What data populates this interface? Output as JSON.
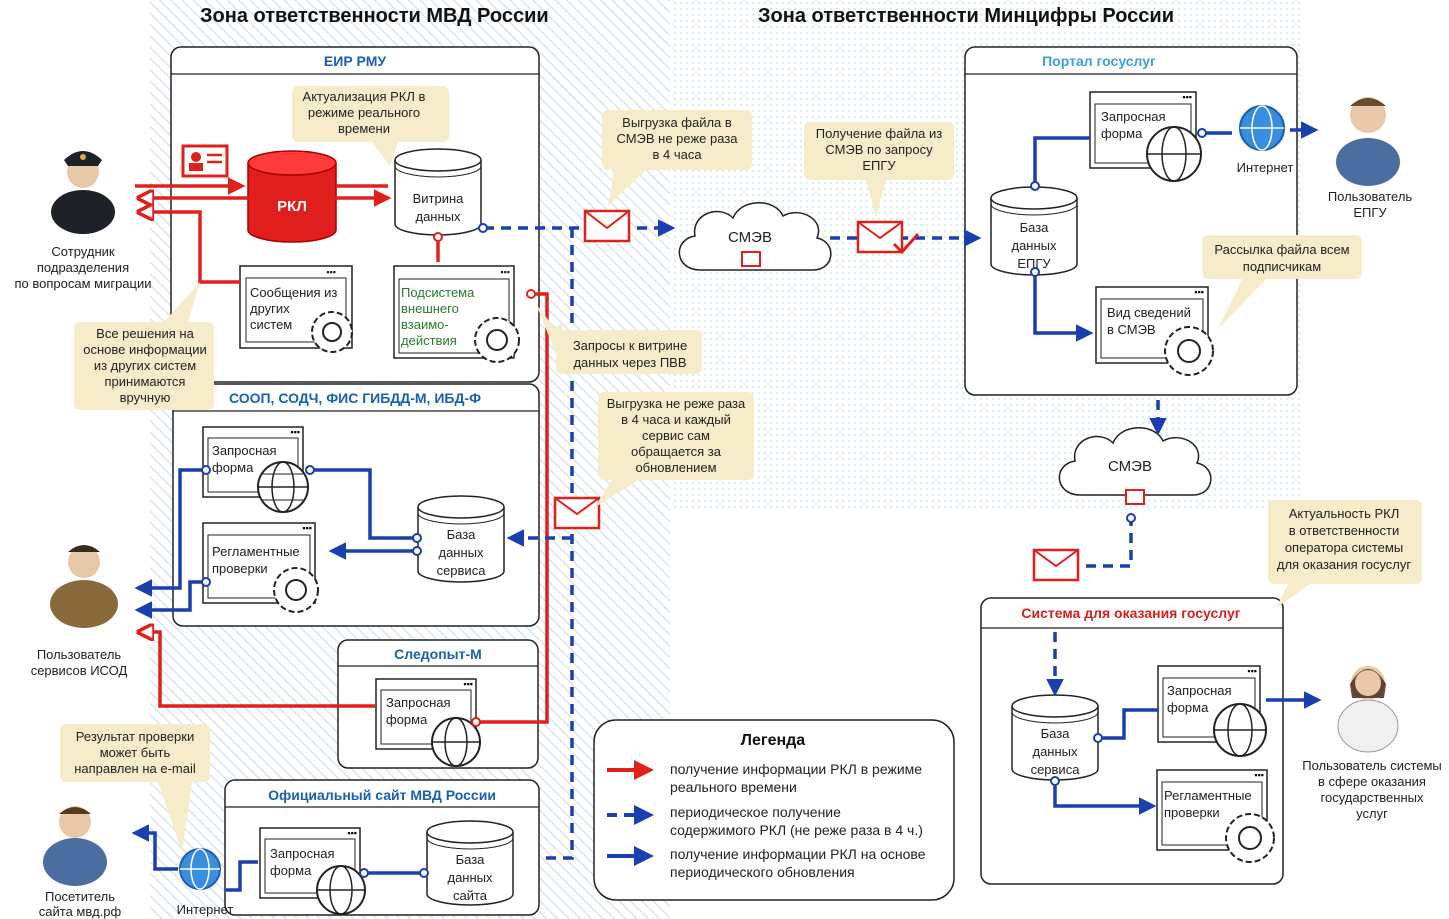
{
  "zones": {
    "mvd": "Зона ответственности МВД России",
    "mincifry": "Зона ответственности Минцифры России"
  },
  "boxes": {
    "eir": "ЕИР РМУ",
    "soop": "СООП, СОДЧ, ФИС ГИБДД-М, ИБД-Ф",
    "sledopyt": "Следопыт-М",
    "site": "Официальный сайт МВД России",
    "portal": "Портал госуслуг",
    "gosusl": "Система для оказания госуслуг"
  },
  "components": {
    "rkl": "РКЛ",
    "vitrina": [
      "Витрина",
      "данных"
    ],
    "messages": [
      "Сообщения из",
      "других",
      "систем"
    ],
    "subsystem": [
      "Подсистема",
      "внешнего",
      "взаимо-",
      "действия"
    ],
    "query_form": [
      "Запросная",
      "форма"
    ],
    "reg_checks": [
      "Регламентные",
      "проверки"
    ],
    "service_db": [
      "База",
      "данных",
      "сервиса"
    ],
    "site_db": [
      "База",
      "данных",
      "сайта"
    ],
    "epgu_db": [
      "База",
      "данных",
      "ЕПГУ"
    ],
    "smev_view": [
      "Вид сведений",
      "в СМЭВ"
    ],
    "smev": "СМЭВ",
    "internet": "Интернет"
  },
  "notes": {
    "actualization": [
      "Актуализация РКЛ в",
      "режиме реального",
      "времени"
    ],
    "export_smev": [
      "Выгрузка файла в",
      "СМЭВ не реже раза",
      "в 4 часа"
    ],
    "receive_file": [
      "Получение файла из",
      "СМЭВ по запросу",
      "ЕПГУ"
    ],
    "mailing": [
      "Рассылка файла всем",
      "подписчикам"
    ],
    "manual": [
      "Все решения на",
      "основе информации",
      "из других систем",
      "принимаются",
      "вручную"
    ],
    "pvv": [
      "Запросы к витрине",
      "данных через ПВВ"
    ],
    "export_4h": [
      "Выгрузка не реже раза",
      "в 4 часа и каждый",
      "сервис сам",
      "обращается за",
      "обновлением"
    ],
    "email": [
      "Результат проверки",
      "может быть",
      "направлен на e-mail"
    ],
    "actuality": [
      "Актуальность РКЛ",
      "в ответственности",
      "оператора системы",
      "для оказания госуслуг"
    ]
  },
  "actors": {
    "officer": [
      "Сотрудник",
      "подразделения",
      "по вопросам миграции"
    ],
    "isod": [
      "Пользователь",
      "сервисов ИСОД"
    ],
    "visitor": [
      "Посетитель",
      "сайта мвд.рф"
    ],
    "epgu_user": [
      "Пользователь",
      "ЕПГУ"
    ],
    "gov_user": [
      "Пользователь системы",
      "в сфере оказания",
      "государственных",
      "услуг"
    ]
  },
  "legend": {
    "title": "Легенда",
    "red": [
      "получение информации РКЛ в режиме",
      "реального времени"
    ],
    "dashed": [
      "периодическое получение",
      "содержимого РКЛ (не реже раза в 4 ч.)"
    ],
    "blue": [
      "получение информации РКЛ на основе",
      "периодического обновления"
    ]
  },
  "colors": {
    "red": "#e0201b",
    "blue": "#1a3fae",
    "title_blue": "#1a5fb4",
    "note_fill": "#f7ecc9"
  }
}
